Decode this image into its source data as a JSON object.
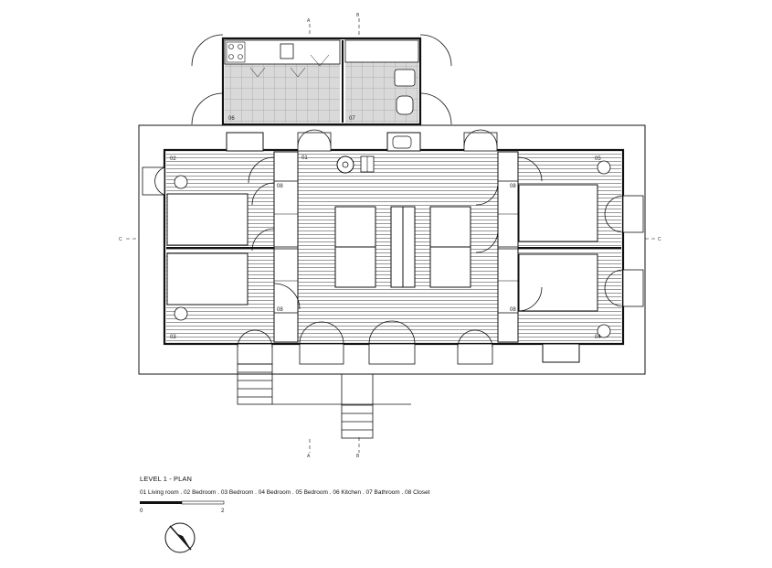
{
  "legend": {
    "title": "LEVEL 1 - PLAN",
    "rooms": "01 Living room . 02 Bedroom . 03 Bedroom . 04 Bedroom . 05 Bedroom . 06 Kitchen . 07 Bathroom . 08 Closet"
  },
  "scale": {
    "start": "0",
    "end": "2"
  },
  "room_tags": {
    "r01": "01",
    "r02": "02",
    "r03": "03",
    "r04": "04",
    "r05": "05",
    "r06": "06",
    "r07": "07",
    "r08a": "08",
    "r08b": "08",
    "r08c": "08",
    "r08d": "08"
  },
  "section_marks": {
    "a_top": "A",
    "a_bottom": "A",
    "b_top": "B",
    "b_bottom": "B",
    "c_left": "C",
    "c_right": "C"
  },
  "icons": {
    "north": "north-arrow-icon",
    "stove": "stove-icon",
    "sink": "sink-icon",
    "toilet": "toilet-icon",
    "shower": "shower-icon",
    "table": "dining-table-icon",
    "bed": "bed-icon"
  },
  "colors": {
    "line": "#111111",
    "wet_fill": "#d9d9d9",
    "background": "#ffffff"
  }
}
